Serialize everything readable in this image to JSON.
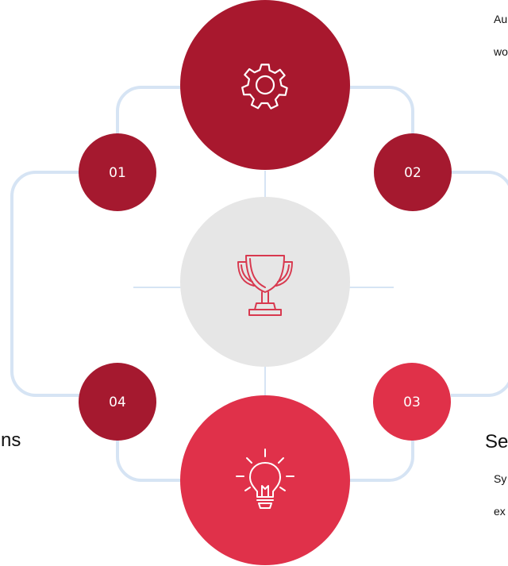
{
  "colors": {
    "connector": "#d6e4f4",
    "badge_dark": "#a5192f",
    "badge_light": "#e03149",
    "circle_top": "#a8182e",
    "circle_bottom": "#e0314a",
    "circle_center": "#e6e6e6",
    "icon_center": "#d8394f",
    "text": "#111111"
  },
  "icons": {
    "top": "gear-icon",
    "center": "trophy-icon",
    "bottom": "lightbulb-icon"
  },
  "steps": [
    {
      "number": "01"
    },
    {
      "number": "02"
    },
    {
      "number": "03"
    },
    {
      "number": "04"
    }
  ],
  "right_top": {
    "line1": "Au",
    "line2": "wo"
  },
  "right_bottom": {
    "title": "Se",
    "line1": "Sy",
    "line2": "ex"
  },
  "left_title": "ns"
}
